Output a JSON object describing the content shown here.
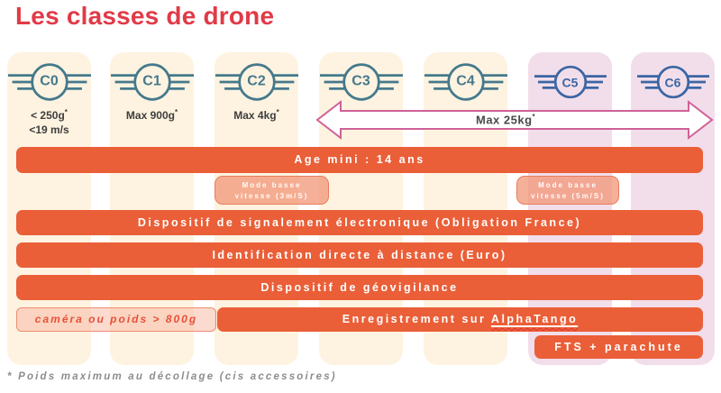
{
  "title": "Les classes de drone",
  "footnote": "* Poids maximum au décollage (cis accessoires)",
  "classes": [
    {
      "label": "C0",
      "theme": "cream",
      "weight": "< 250g",
      "weight_sup": "*",
      "speed": "<19 m/s"
    },
    {
      "label": "C1",
      "theme": "cream",
      "weight": "Max 900g",
      "weight_sup": "*"
    },
    {
      "label": "C2",
      "theme": "cream",
      "weight": "Max 4kg",
      "weight_sup": "*"
    },
    {
      "label": "C3",
      "theme": "cream"
    },
    {
      "label": "C4",
      "theme": "cream"
    },
    {
      "label": "C5",
      "theme": "pink"
    },
    {
      "label": "C6",
      "theme": "pink"
    }
  ],
  "arrow": {
    "label": "Max 25kg",
    "sup": "*"
  },
  "bars": {
    "age": "Age mini : 14 ans",
    "signalement": "Dispositif de signalement électronique (Obligation France)",
    "identification": "Identification directe à distance (Euro)",
    "geovigilance": "Dispositif de géovigilance",
    "camera": "caméra ou poids > 800g",
    "enregistrement_prefix": "Enregistrement sur ",
    "enregistrement_link": "AlphaTango",
    "fts": "FTS + parachute"
  },
  "low_speed_badges": [
    {
      "line1": "Mode basse",
      "line2": "vitesse (3m/S)"
    },
    {
      "line1": "Mode basse",
      "line2": "vitesse (5m/S)"
    }
  ],
  "colors": {
    "bar_orange": "#ea5f38",
    "column_cream": "#fdf3e0",
    "column_pink": "#f2deea",
    "badge_teal": "#45798c",
    "badge_blue": "#3b66a4",
    "title_red": "#e13a47",
    "arrow_pink": "#cf6198",
    "camera_text_red": "#e8503a",
    "footnote_gray": "#8d8d8d"
  }
}
